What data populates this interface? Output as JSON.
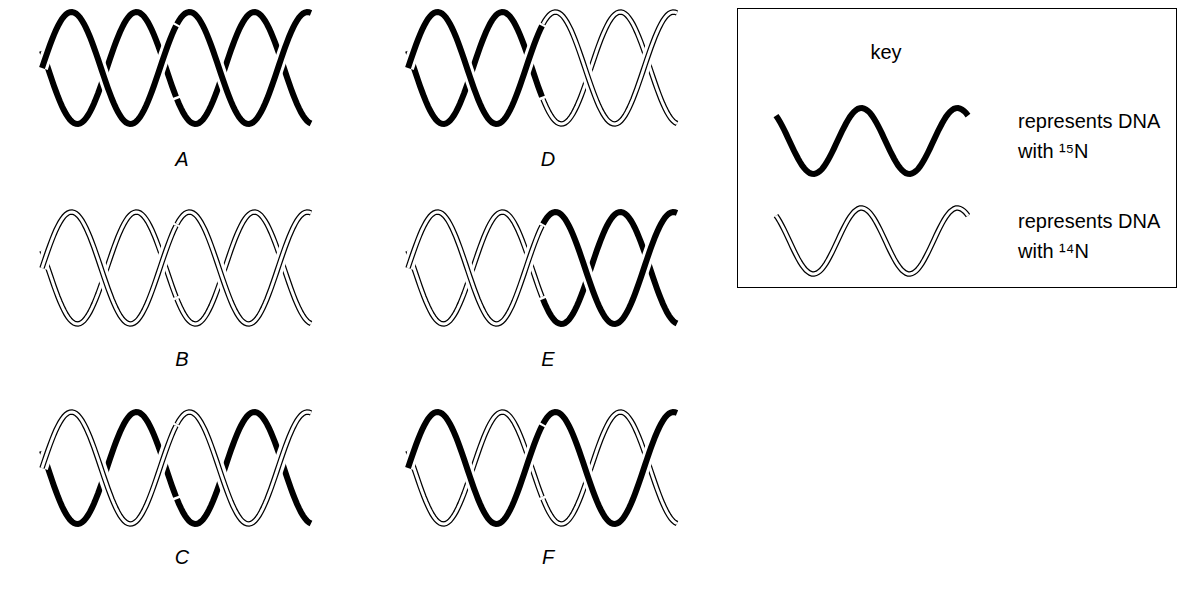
{
  "diagram": {
    "nodes": [
      {
        "text": [
          "key"
        ]
      }
    ],
    "labels": [
      "A",
      "B",
      "C",
      "D",
      "E",
      "F"
    ],
    "legend": [
      {
        "text": "represents DNA with ¹⁵N"
      },
      {
        "text": "represents DNA with ¹⁴N"
      }
    ]
  }
}
